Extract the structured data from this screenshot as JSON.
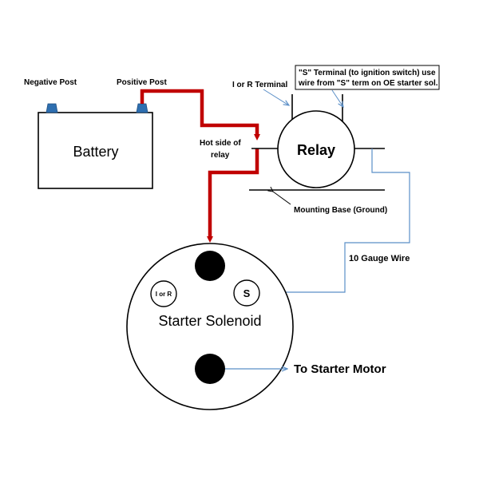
{
  "labels": {
    "negative_post": "Negative Post",
    "positive_post": "Positive Post",
    "battery": "Battery",
    "i_or_r_terminal": "I or R Terminal",
    "s_terminal_note_line1": "\"S\" Terminal (to ignition switch) use",
    "s_terminal_note_line2": "wire from \"S\" term on OE starter sol.",
    "hot_side_line1": "Hot side of",
    "hot_side_line2": "relay",
    "relay": "Relay",
    "mounting_base": "Mounting Base (Ground)",
    "gauge_wire": "10 Gauge Wire",
    "i_or_r_small": "I or R",
    "s_small": "S",
    "starter_solenoid": "Starter Solenoid",
    "to_starter_motor": "To Starter Motor"
  },
  "colors": {
    "hot_wire": "#c00000",
    "signal_wire": "#5b8fc7",
    "battery_post": "#2e6fb0",
    "outline": "#000000",
    "background": "#ffffff"
  }
}
